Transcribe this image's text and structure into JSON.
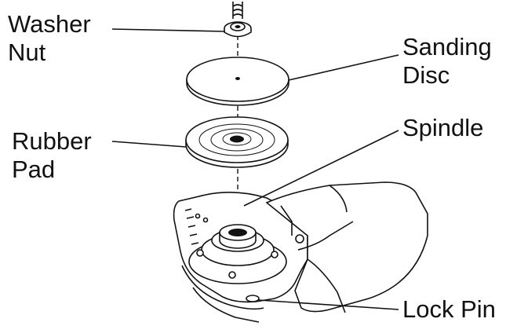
{
  "labels": {
    "washer_nut_line1": "Washer",
    "washer_nut_line2": "Nut",
    "sanding_disc_line1": "Sanding",
    "sanding_disc_line2": "Disc",
    "rubber_pad_line1": "Rubber",
    "rubber_pad_line2": "Pad",
    "spindle": "Spindle",
    "lock_pin": "Lock Pin"
  }
}
